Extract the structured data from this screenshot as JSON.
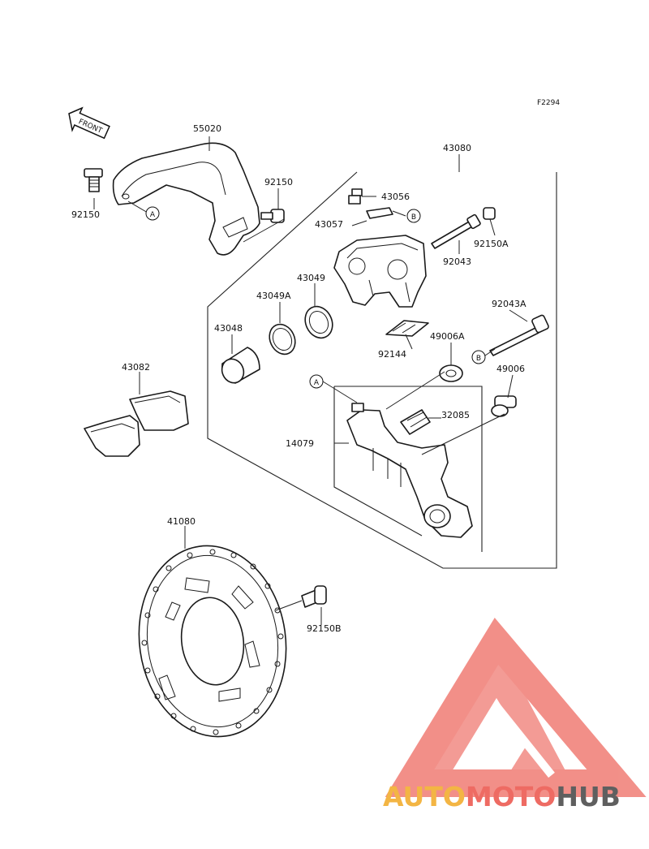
{
  "figure_code": "F2294",
  "front_label": "FRONT",
  "parts": {
    "p55020": "55020",
    "p92150_left": "92150",
    "p92150_right": "92150",
    "p43080": "43080",
    "p43056": "43056",
    "p43057": "43057",
    "p92043": "92043",
    "p92150A": "92150A",
    "p43049": "43049",
    "p43049A": "43049A",
    "p43048": "43048",
    "p92043A": "92043A",
    "p92144": "92144",
    "p49006A": "49006A",
    "p49006": "49006",
    "p43082": "43082",
    "p32085": "32085",
    "p14079": "14079",
    "p41080": "41080",
    "p92150B": "92150B"
  },
  "callouts": {
    "a": "A",
    "b": "B"
  },
  "watermark": {
    "part1": "AUTO",
    "part2": "MOTO",
    "part3": "HUB",
    "color_orange": "#f3b544",
    "color_red": "#ee6b63",
    "color_gray": "#5f5f5f",
    "logo_color": "#f07c74"
  }
}
